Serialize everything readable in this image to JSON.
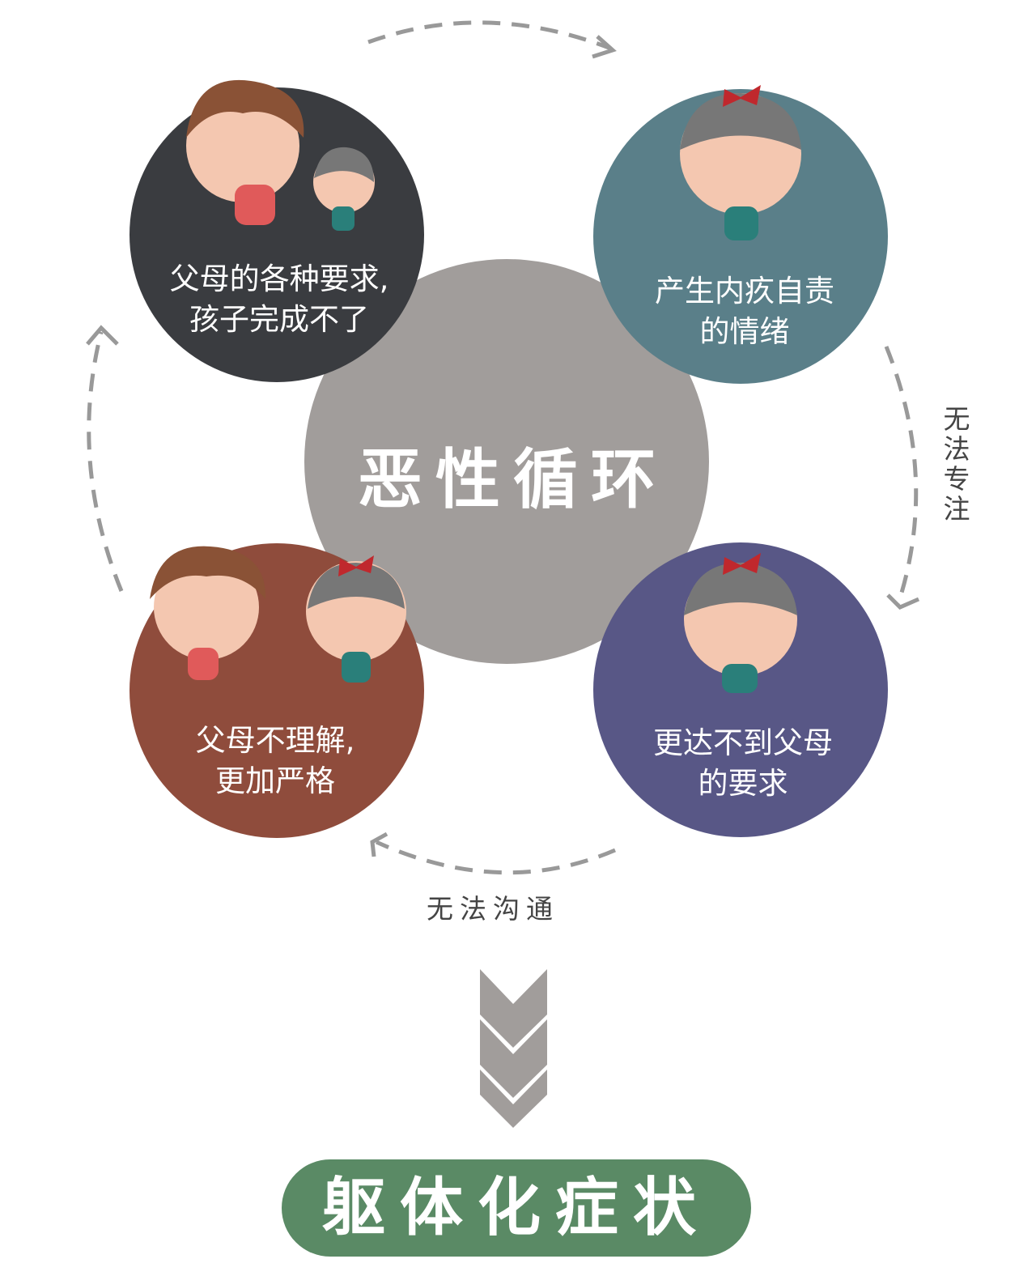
{
  "center": {
    "title": "恶性循环",
    "color": "#a19d9b"
  },
  "stages": [
    {
      "lines": [
        "父母的各种要求,",
        "孩子完成不了"
      ],
      "color": "#3a3c40"
    },
    {
      "lines": [
        "产生内疚自责",
        "的情绪"
      ],
      "color": "#5a7f89"
    },
    {
      "lines": [
        "更达不到父母",
        "的要求"
      ],
      "color": "#585786"
    },
    {
      "lines": [
        "父母不理解,",
        "更加严格"
      ],
      "color": "#8f4c3c"
    }
  ],
  "arrow_labels": {
    "right": "无法专注",
    "bottom": "无法沟通"
  },
  "result": {
    "label": "躯体化症状",
    "color": "#5a8a65"
  },
  "icons": [
    "dashed-arrow",
    "chevron-down-icon",
    "cartoon-mother",
    "cartoon-child"
  ]
}
